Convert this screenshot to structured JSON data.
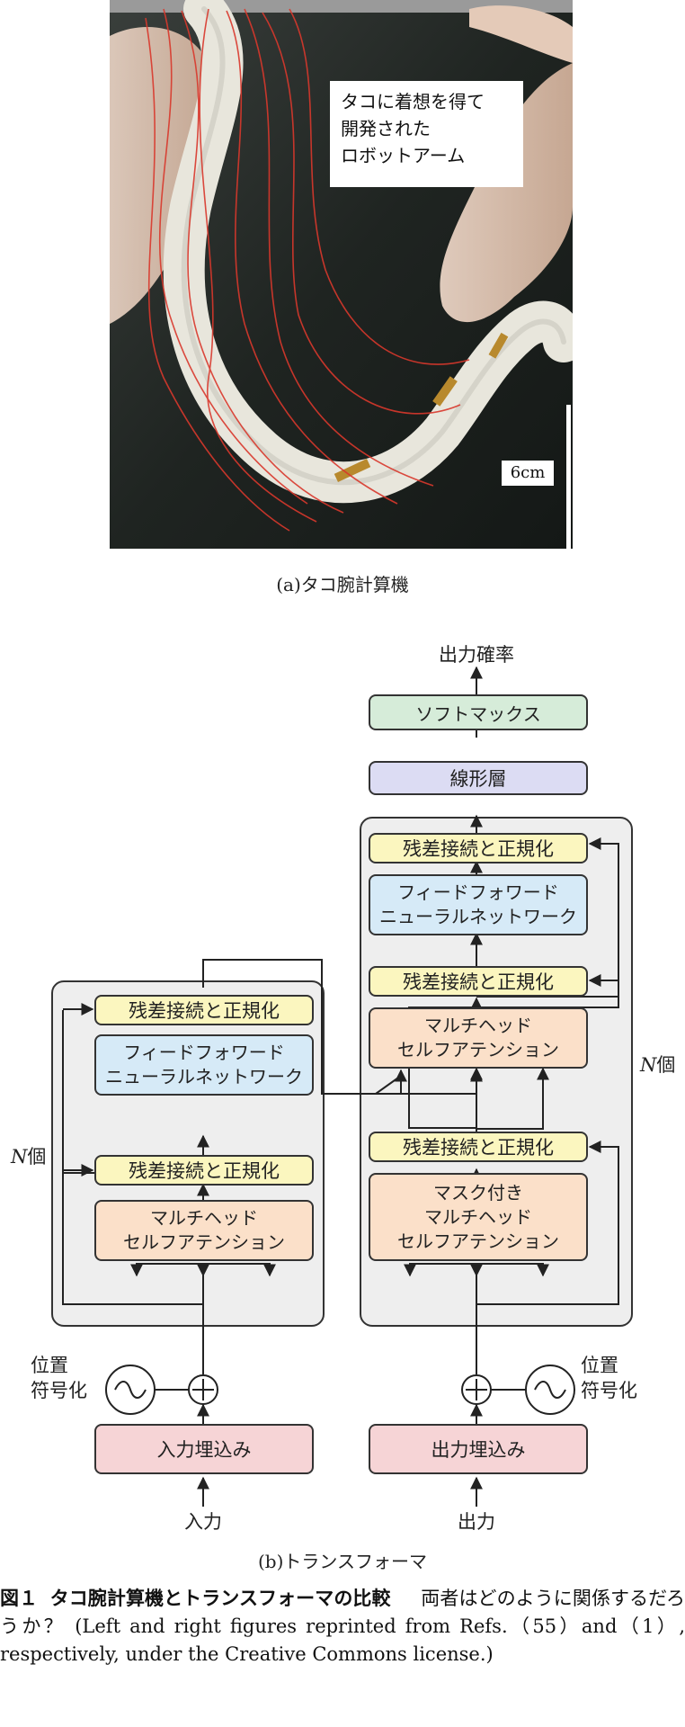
{
  "panel_a": {
    "photo_note": "タコに着想を得て\n開発された\nロボットアーム",
    "scale_label": "6cm",
    "caption": "(a)タコ腕計算機"
  },
  "panel_b": {
    "caption": "(b)トランスフォーマ",
    "output_probability": "出力確率",
    "softmax": "ソフトマックス",
    "linear": "線形層",
    "add_norm": "残差接続と正規化",
    "ffn": "フィードフォワード\nニューラルネットワーク",
    "self_attention": "マルチヘッド\nセルフアテンション",
    "masked_attention": "マスク付き\nマルチヘッド\nセルフアテンション",
    "positional_encoding": "位置\n符号化",
    "input_embedding": "入力埋込み",
    "output_embedding": "出力埋込み",
    "input": "入力",
    "output": "出力",
    "n_symbol": "N",
    "n_suffix": "個"
  },
  "figure_caption": {
    "number": "図１",
    "title": "タコ腕計算機とトランスフォーマの比較",
    "body": "両者はどのように関係するだろうか？ (Left and right figures reprinted from Refs.（55）and（1）, respectively, under the Creative Commons license.)"
  }
}
